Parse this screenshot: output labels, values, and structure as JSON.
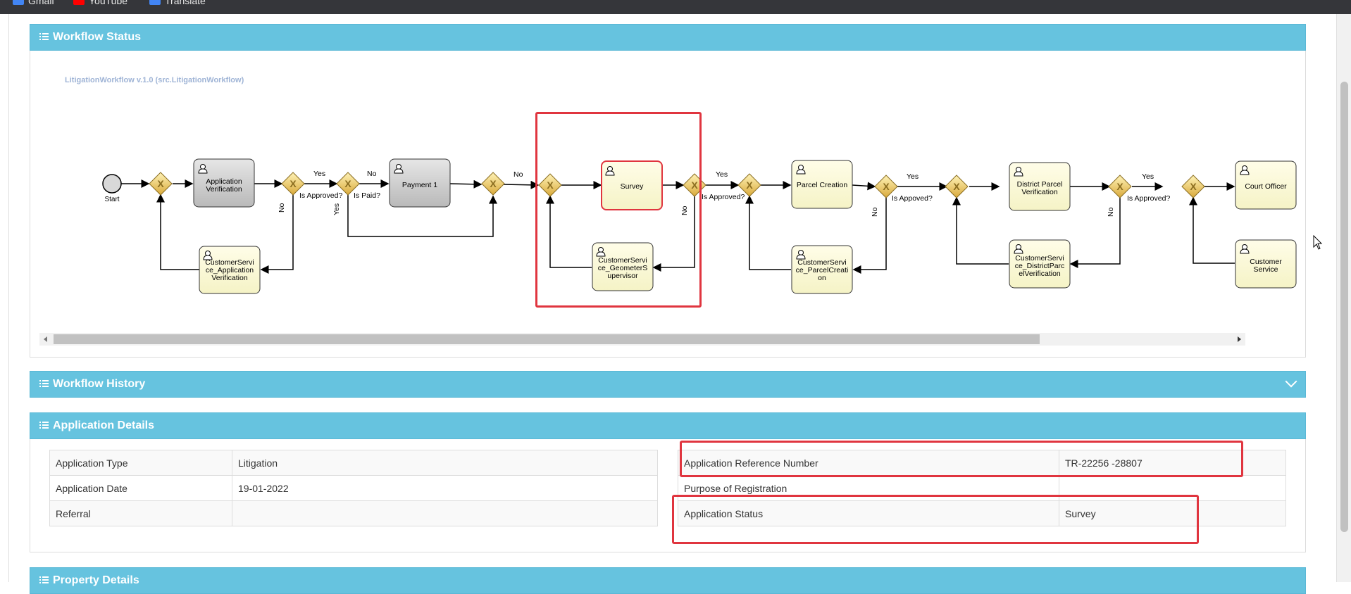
{
  "browser": {
    "bookmarks": [
      {
        "label": "Gmail",
        "icon": "gmail-icon",
        "color": "#4285f4"
      },
      {
        "label": "YouTube",
        "icon": "youtube-icon",
        "color": "#ff0000"
      },
      {
        "label": "Translate",
        "icon": "translate-icon",
        "color": "#4285f4"
      }
    ]
  },
  "workflow_status": {
    "title": "Workflow Status",
    "diagram_title": "LitigationWorkflow v.1.0 (src.LitigationWorkflow)",
    "nodes": {
      "start": "Start",
      "application_verification": "Application Verification",
      "cs_application_verification": "CustomerService_Application Verification",
      "payment": "Payment 1",
      "survey": "Survey",
      "cs_geometer": "CustomerService_GeometerSupervisor",
      "parcel_creation": "Parcel Creation",
      "cs_parcel_creation": "CustomerService_ParcelCreation",
      "district_parcel": "District Parcel Verification",
      "cs_district_parcel": "CustomerService_DistrictParcelVerification",
      "court_officer": "Court Officer",
      "customer_service": "Customer Service"
    },
    "flow_labels": {
      "yes": "Yes",
      "no": "No",
      "is_approved": "Is Approved?",
      "is_paid": "Is Paid?",
      "is_appoved": "Is Appoved?"
    }
  },
  "workflow_history": {
    "title": "Workflow History"
  },
  "application_details": {
    "title": "Application Details",
    "left_rows": [
      {
        "label": "Application Type",
        "value": "Litigation"
      },
      {
        "label": "Application Date",
        "value": "19-01-2022"
      },
      {
        "label": "Referral",
        "value": ""
      }
    ],
    "right_rows": [
      {
        "label": "Application Reference Number",
        "value": "TR-22256 -28807"
      },
      {
        "label": "Purpose of Registration",
        "value": ""
      },
      {
        "label": "Application Status",
        "value": "Survey"
      }
    ]
  },
  "property_details": {
    "title": "Property Details"
  },
  "colors": {
    "panel_header": "#66c3df",
    "highlight": "#e0353f",
    "task_fill": "#fdfcd8",
    "active_task_fill": "#cfcfcf",
    "gateway": "#e8c86b"
  }
}
